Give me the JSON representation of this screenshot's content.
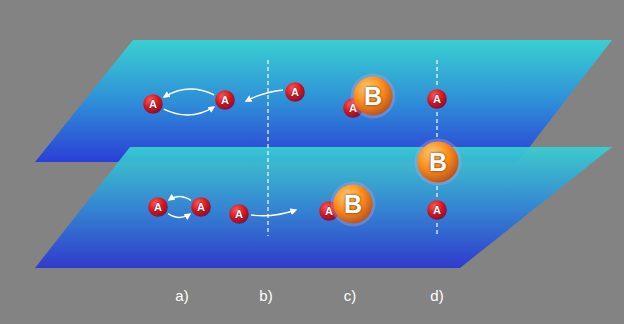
{
  "diagram": {
    "nodes": [
      {
        "text": [
          "A"
        ]
      },
      {
        "text": [
          "A"
        ]
      },
      {
        "text": [
          "A"
        ]
      },
      {
        "text": [
          "A"
        ]
      },
      {
        "text": [
          "B"
        ]
      },
      {
        "text": [
          "A"
        ]
      },
      {
        "text": [
          "B"
        ]
      },
      {
        "text": [
          "A"
        ]
      },
      {
        "text": [
          "A"
        ]
      },
      {
        "text": [
          "A"
        ]
      },
      {
        "text": [
          "A"
        ]
      },
      {
        "text": [
          "B"
        ]
      },
      {
        "text": [
          "A"
        ]
      }
    ],
    "edges": [
      {
        "from": 1,
        "to": 0,
        "arrow": "to"
      },
      {
        "from": 0,
        "to": 1,
        "arrow": "to"
      },
      {
        "from": 8,
        "to": 7,
        "arrow": "to"
      },
      {
        "from": 7,
        "to": 8,
        "arrow": "to"
      }
    ],
    "labels": [
      "a)",
      "b)",
      "c)",
      "d)"
    ]
  }
}
